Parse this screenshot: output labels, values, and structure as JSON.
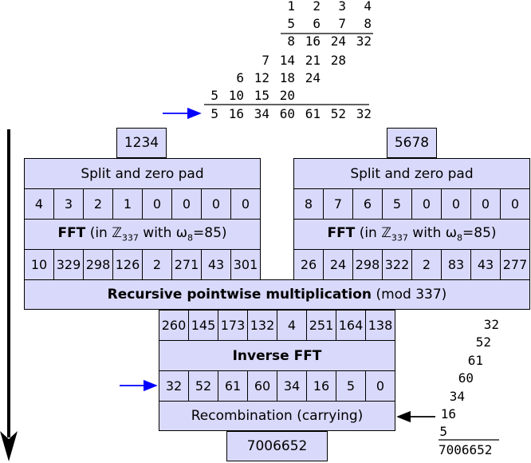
{
  "long_mult": {
    "rows": [
      [
        "1",
        "2",
        "3",
        "4"
      ],
      [
        "5",
        "6",
        "7",
        "8"
      ],
      [
        "8",
        "16",
        "24",
        "32"
      ],
      [
        "7",
        "14",
        "21",
        "28"
      ],
      [
        "6",
        "12",
        "18",
        "24"
      ],
      [
        "5",
        "10",
        "15",
        "20"
      ],
      [
        "5",
        "16",
        "34",
        "60",
        "61",
        "52",
        "32"
      ]
    ]
  },
  "left": {
    "input": "1234",
    "split_label": "Split and zero pad",
    "padded": [
      "4",
      "3",
      "2",
      "1",
      "0",
      "0",
      "0",
      "0"
    ],
    "fft_bold": "FFT",
    "fft_rest_pre": "(in ",
    "fft_ring": "ℤ",
    "fft_ring_sub": "337",
    "fft_mid": " with ω",
    "fft_omega_sub": "8",
    "fft_tail": "=85)",
    "transformed": [
      "10",
      "329",
      "298",
      "126",
      "2",
      "271",
      "43",
      "301"
    ]
  },
  "right": {
    "input": "5678",
    "split_label": "Split and zero pad",
    "padded": [
      "8",
      "7",
      "6",
      "5",
      "0",
      "0",
      "0",
      "0"
    ],
    "fft_bold": "FFT",
    "fft_rest_pre": "(in ",
    "fft_ring": "ℤ",
    "fft_ring_sub": "337",
    "fft_mid": " with ω",
    "fft_omega_sub": "8",
    "fft_tail": "=85)",
    "transformed": [
      "26",
      "24",
      "298",
      "322",
      "2",
      "83",
      "43",
      "277"
    ]
  },
  "pointwise": {
    "bold": "Recursive pointwise multiplication",
    "rest": " (mod 337)"
  },
  "product": [
    "260",
    "145",
    "173",
    "132",
    "4",
    "251",
    "164",
    "138"
  ],
  "inverse_fft": "Inverse FFT",
  "coefficients": [
    "32",
    "52",
    "61",
    "60",
    "34",
    "16",
    "5",
    "0"
  ],
  "recombination": "Recombination (carrying)",
  "result": "7006652",
  "carry_sum": {
    "terms": [
      "32",
      "52",
      "61",
      "60",
      "34",
      "16",
      "5"
    ],
    "total": "7006652"
  },
  "colors": {
    "box_fill": "#d9d9fb",
    "blue_arrow": "#0000ff",
    "black_arrow": "#000000"
  }
}
